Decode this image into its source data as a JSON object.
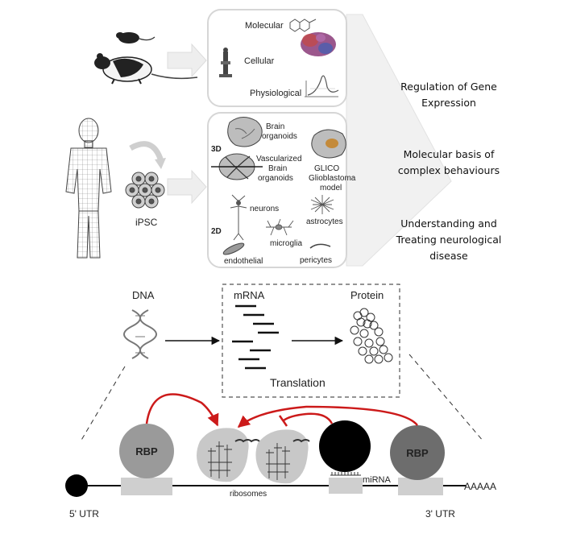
{
  "top": {
    "panel1": {
      "molecular": "Molecular",
      "cellular": "Cellular",
      "physiological": "Physiological"
    },
    "panel2": {
      "label_3d": "3D",
      "label_2d": "2D",
      "brain_organoids": [
        "Brain",
        "organoids"
      ],
      "vascularized": [
        "Vascularized",
        "Brain",
        "organoids"
      ],
      "glico": [
        "GLICO",
        "Glioblastoma",
        "model"
      ],
      "neurons": "neurons",
      "astrocytes": "astrocytes",
      "microglia": "microglia",
      "endothelial": "endothelial",
      "pericytes": "pericytes"
    },
    "ipsc": "iPSC",
    "outcomes": [
      [
        "Regulation of Gene",
        "Expression"
      ],
      [
        "Molecular basis of",
        "complex behaviours"
      ],
      [
        "Understanding and",
        "Treating neurological",
        "disease"
      ]
    ]
  },
  "middle": {
    "dna": "DNA",
    "mrna": "mRNA",
    "protein": "Protein",
    "translation": "Translation"
  },
  "bottom": {
    "rbp_left": "RBP",
    "rbp_right": "RBP",
    "mirna": "miRNA",
    "ribosomes": "ribosomes",
    "poly_a": "AAAAA",
    "utr5": "5' UTR",
    "utr3": "3' UTR"
  },
  "colors": {
    "regulation_arrow": "#cc1a1a",
    "rbp_left": "#9a9a9a",
    "rbp_right": "#6d6d6d",
    "mirna_ball": "#000000",
    "panel_border": "#d6d6d6",
    "funnel": "#f1f1f1"
  }
}
